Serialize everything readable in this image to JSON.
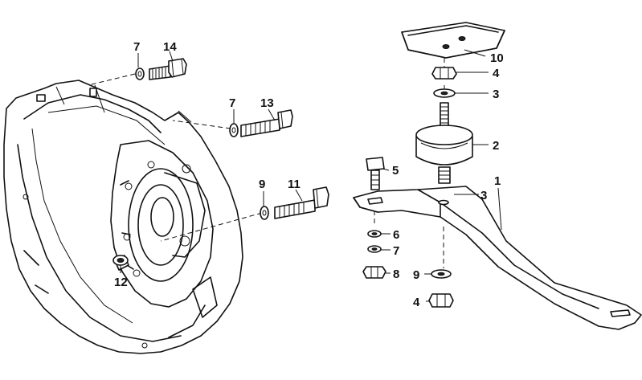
{
  "diagram": {
    "callouts": [
      {
        "id": "c-7a",
        "text": "7"
      },
      {
        "id": "c-14",
        "text": "14"
      },
      {
        "id": "c-7b",
        "text": "7"
      },
      {
        "id": "c-13",
        "text": "13"
      },
      {
        "id": "c-9a",
        "text": "9"
      },
      {
        "id": "c-11",
        "text": "11"
      },
      {
        "id": "c-12",
        "text": "12"
      },
      {
        "id": "c-10",
        "text": "10"
      },
      {
        "id": "c-4a",
        "text": "4"
      },
      {
        "id": "c-3a",
        "text": "3"
      },
      {
        "id": "c-2",
        "text": "2"
      },
      {
        "id": "c-5",
        "text": "5"
      },
      {
        "id": "c-3b",
        "text": "3"
      },
      {
        "id": "c-1",
        "text": "1"
      },
      {
        "id": "c-6",
        "text": "6"
      },
      {
        "id": "c-7c",
        "text": "7"
      },
      {
        "id": "c-8",
        "text": "8"
      },
      {
        "id": "c-9b",
        "text": "9"
      },
      {
        "id": "c-4b",
        "text": "4"
      }
    ]
  }
}
